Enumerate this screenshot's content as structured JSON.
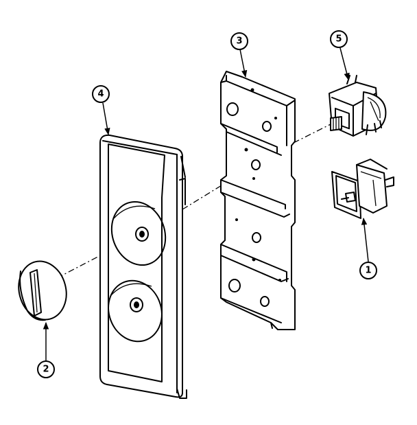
{
  "callouts": [
    {
      "id": "part-1",
      "label": "1"
    },
    {
      "id": "part-2",
      "label": "2"
    },
    {
      "id": "part-3",
      "label": "3"
    },
    {
      "id": "part-4",
      "label": "4"
    },
    {
      "id": "part-5",
      "label": "5"
    }
  ]
}
